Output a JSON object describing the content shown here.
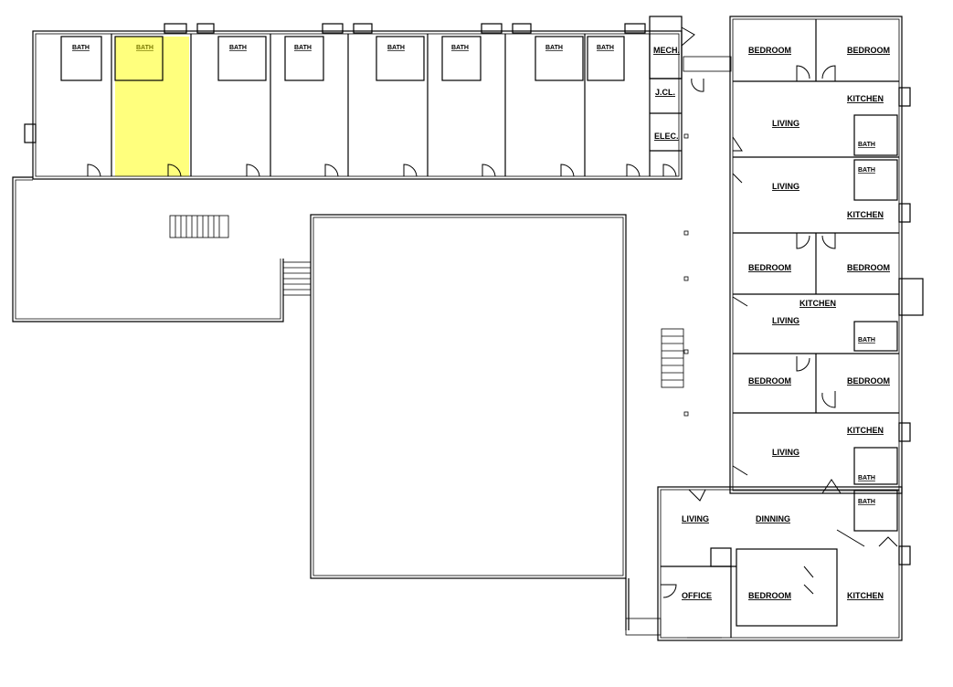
{
  "colors": {
    "highlight": "#ffff66",
    "lines": "#000000",
    "background": "#ffffff"
  },
  "highlighted_room": "unit-2-bath",
  "labels": {
    "bath": "BATH",
    "mech": "MECH.",
    "jcl": "J.CL.",
    "elec": "ELEC.",
    "bedroom": "BEDROOM",
    "kitchen": "KITCHEN",
    "living": "LIVING",
    "dinning": "DINNING",
    "office": "OFFICE"
  }
}
